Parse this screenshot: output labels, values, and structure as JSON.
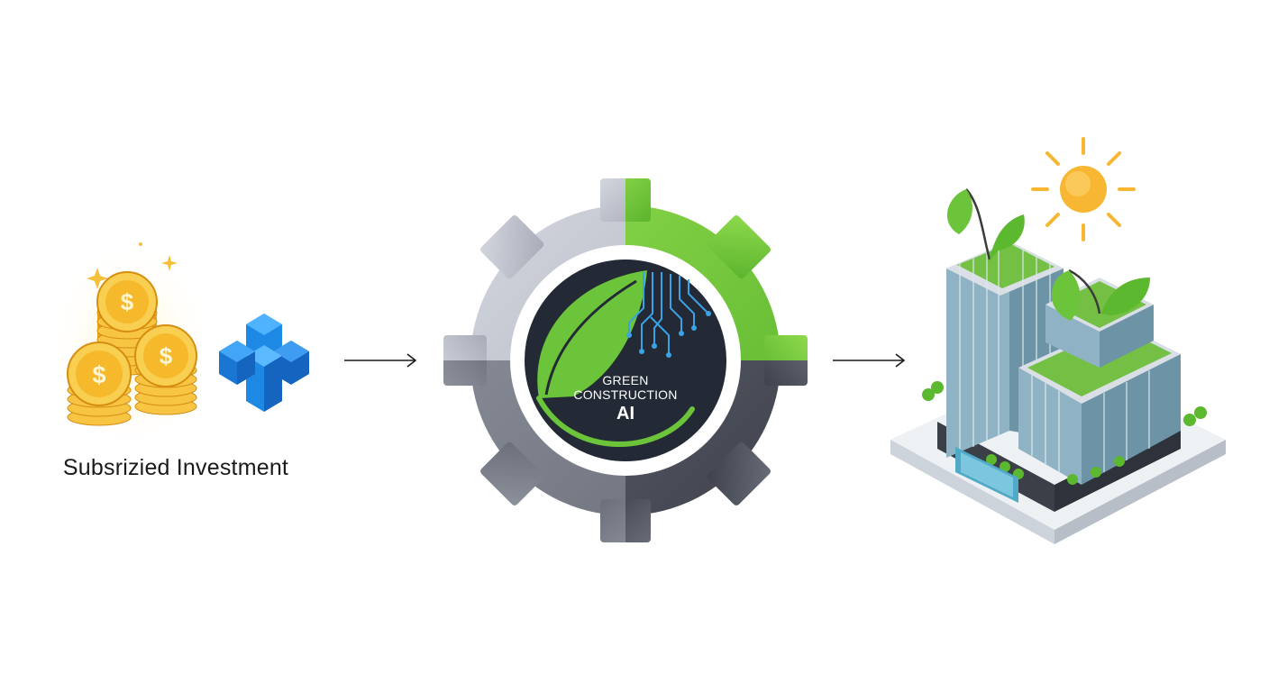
{
  "input": {
    "label": "Subsrizied Investment",
    "coins_icon": "gold-coin-stacks-icon",
    "plus_icon": "blue-plus-icon"
  },
  "hub": {
    "line1": "GREEN",
    "line2": "CONSTRUCTION",
    "line3": "AI",
    "icon": "gear-leaf-circuit-icon"
  },
  "output": {
    "icon": "green-building-icon",
    "sun_icon": "sun-icon"
  },
  "colors": {
    "coin_gold": "#f5b82e",
    "plus_blue": "#1e88e5",
    "gear_green": "#6cc43a",
    "gear_gray_light": "#c3c6cf",
    "gear_gray_dark": "#4b4e58",
    "hub_dark": "#232a35",
    "circuit_blue": "#3aa3e8",
    "sun_yellow": "#f7b733"
  }
}
